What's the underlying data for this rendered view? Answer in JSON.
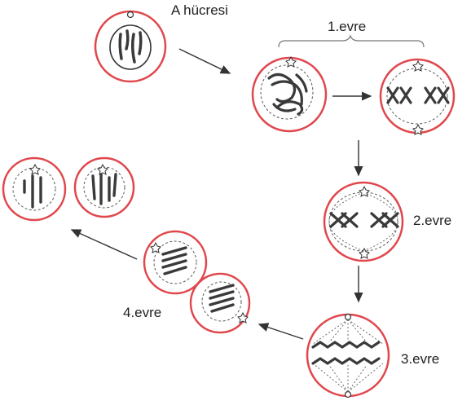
{
  "labels": {
    "cell_a": "A hücresi",
    "stage_1": "1.evre",
    "stage_2": "2.evre",
    "stage_3": "3.evre",
    "stage_4": "4.evre"
  },
  "colors": {
    "cell_membrane": "#e0474c",
    "nucleus_dashed": "#5a5a5a",
    "chromosome": "#3a3a3a",
    "arrow": "#333333",
    "text": "#222222"
  }
}
